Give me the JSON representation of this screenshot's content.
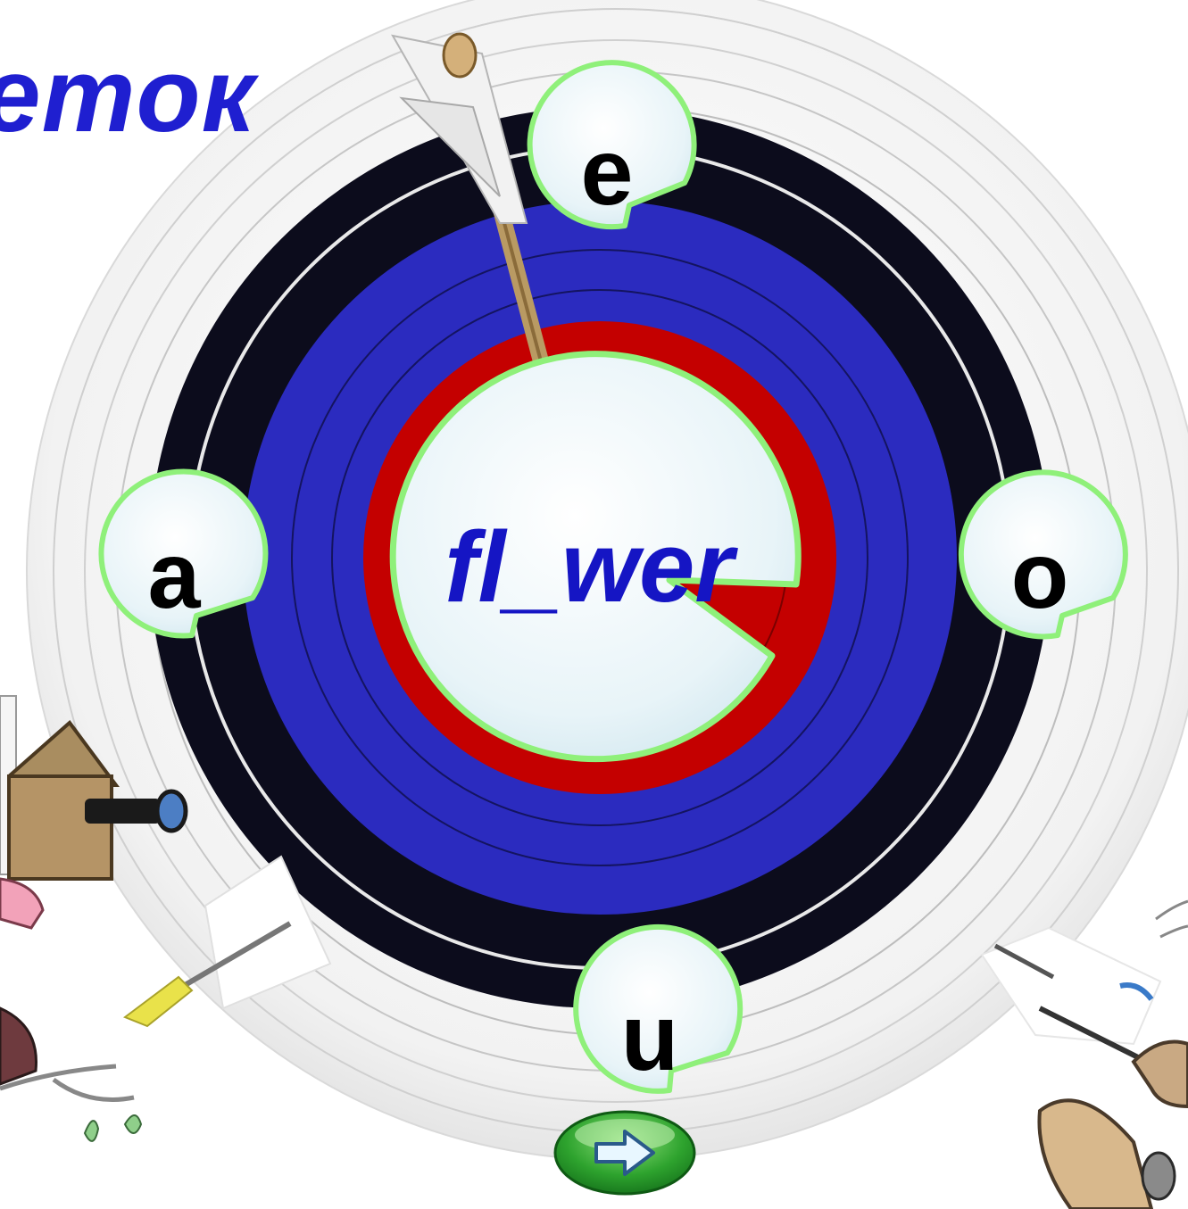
{
  "title": "етoк",
  "word": "fl_wer",
  "options": [
    {
      "id": "e",
      "label": "e"
    },
    {
      "id": "a",
      "label": "a"
    },
    {
      "id": "o",
      "label": "o"
    },
    {
      "id": "u",
      "label": "u"
    }
  ],
  "colors": {
    "title": "#1f1fd0",
    "word": "#1515c4",
    "target_blue": "#2b2bbf",
    "target_black": "#0c0c1c",
    "target_red": "#c40000",
    "bubble_border": "#8ff07a",
    "bubble_fill": "#eaf6f9",
    "next_button": "#22a32a"
  },
  "icons": {
    "next": "arrow-right-icon",
    "arrow": "arrow-in-target-icon",
    "birdhouse": "birdhouse-icon",
    "dart": "dart-icon"
  }
}
